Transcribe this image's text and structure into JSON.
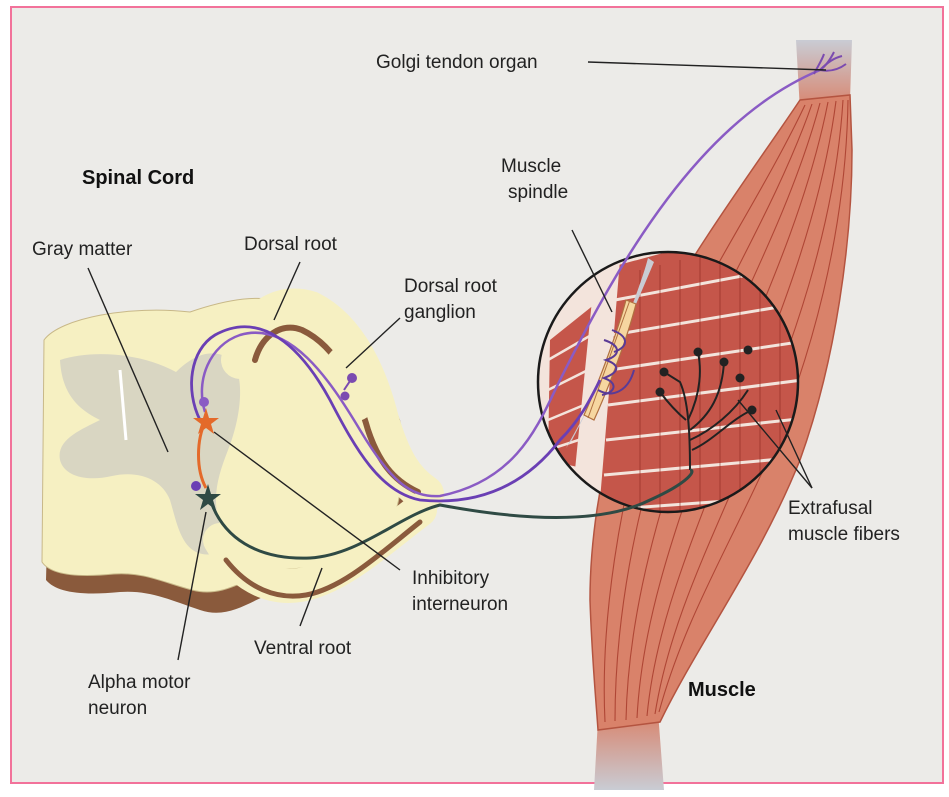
{
  "labels": {
    "golgi_tendon_organ": "Golgi tendon organ",
    "spinal_cord": "Spinal Cord",
    "muscle_spindle_line1": "Muscle",
    "muscle_spindle_line2": "spindle",
    "gray_matter": "Gray matter",
    "dorsal_root": "Dorsal root",
    "dorsal_root_ganglion_line1": "Dorsal root",
    "dorsal_root_ganglion_line2": "ganglion",
    "extrafusal_line1": "Extrafusal",
    "extrafusal_line2": "muscle fibers",
    "inhibitory_line1": "Inhibitory",
    "inhibitory_line2": "interneuron",
    "ventral_root": "Ventral root",
    "alpha_motor_line1": "Alpha motor",
    "alpha_motor_line2": "neuron",
    "muscle": "Muscle"
  },
  "colors": {
    "frame_border": "#f2729a",
    "paper": "#ecebe8",
    "cord_fill": "#f6f0c2",
    "cord_shadow": "#8a5a3c",
    "gray_matter": "#d9d6c2",
    "muscle_fill": "#d9826a",
    "muscle_line": "#a83c2c",
    "tendon": "#c9ccd4",
    "sensory_axon": "#7b4bb0",
    "motor_axon": "#2f4a44",
    "interneuron": "#e46a2a"
  }
}
